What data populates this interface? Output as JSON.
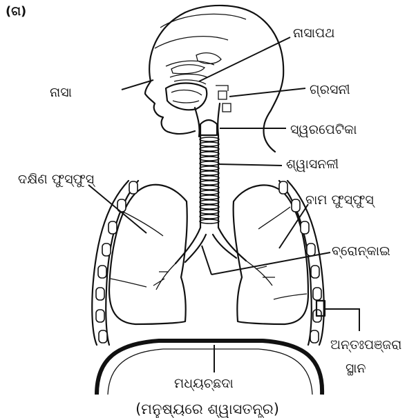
{
  "figure_label": "(ଗ)",
  "labels": {
    "nasapatha": "ନାସାପଥ",
    "nasa": "ନାସା",
    "grasani": "ଗ୍ରସନୀ",
    "swarapetika": "ସ୍ୱରପେଟିକା",
    "shwasanali": "ଶ୍ୱାସନଳୀ",
    "dakshina": "ଦକ୍ଷିଣ ଫୁସ୍‌ଫୁସ୍",
    "bama": "ବାମ ଫୁସ୍‌ଫୁସ୍",
    "bronkai": "ବ୍ରୋନ୍‌କାଇ",
    "antah_line1": "ଅନ୍ତଃପଞ୍ଜରା",
    "antah_line2": "ସ୍ଥାନ",
    "madhyachhada": "ମଧ୍ୟଚ୍ଛଦା"
  },
  "caption": "(ମନୁଷ୍ୟରେ ଶ୍ୱାସତନ୍ତ୍ର)"
}
